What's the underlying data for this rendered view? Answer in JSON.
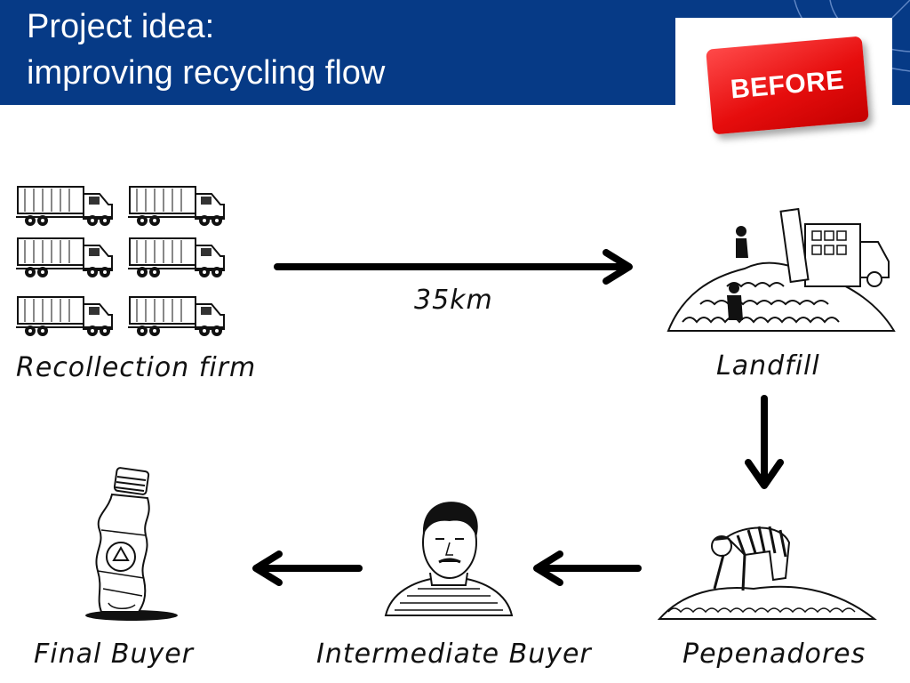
{
  "slide": {
    "title_line1": "Project idea:",
    "title_line2": "improving recycling flow",
    "badge": "BEFORE",
    "colors": {
      "header": "#063a86",
      "badge": "#e60d0d"
    }
  },
  "nodes": {
    "recollection_firm": "Recollection firm",
    "landfill": "Landfill",
    "pepenadores": "Pepenadores",
    "intermediate_buyer": "Intermediate Buyer",
    "final_buyer": "Final Buyer"
  },
  "edges": {
    "recollection_to_landfill": "35km"
  },
  "icons": [
    "truck-icon",
    "landfill-truck-icon",
    "scavenger-icon",
    "man-portrait-icon",
    "recycled-bottle-icon"
  ]
}
